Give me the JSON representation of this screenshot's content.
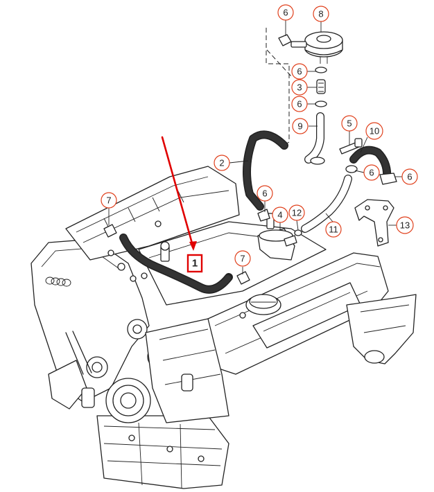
{
  "diagram": {
    "highlighted_part": {
      "label": "1",
      "highlight_color": "#e00000"
    },
    "callouts": [
      {
        "label": "6"
      },
      {
        "label": "8"
      },
      {
        "label": "6"
      },
      {
        "label": "3"
      },
      {
        "label": "6"
      },
      {
        "label": "9"
      },
      {
        "label": "5"
      },
      {
        "label": "10"
      },
      {
        "label": "2"
      },
      {
        "label": "6"
      },
      {
        "label": "6"
      },
      {
        "label": "6"
      },
      {
        "label": "7"
      },
      {
        "label": "4"
      },
      {
        "label": "12"
      },
      {
        "label": "13"
      },
      {
        "label": "11"
      },
      {
        "label": "7"
      }
    ],
    "callout_color": "#e0401c"
  }
}
